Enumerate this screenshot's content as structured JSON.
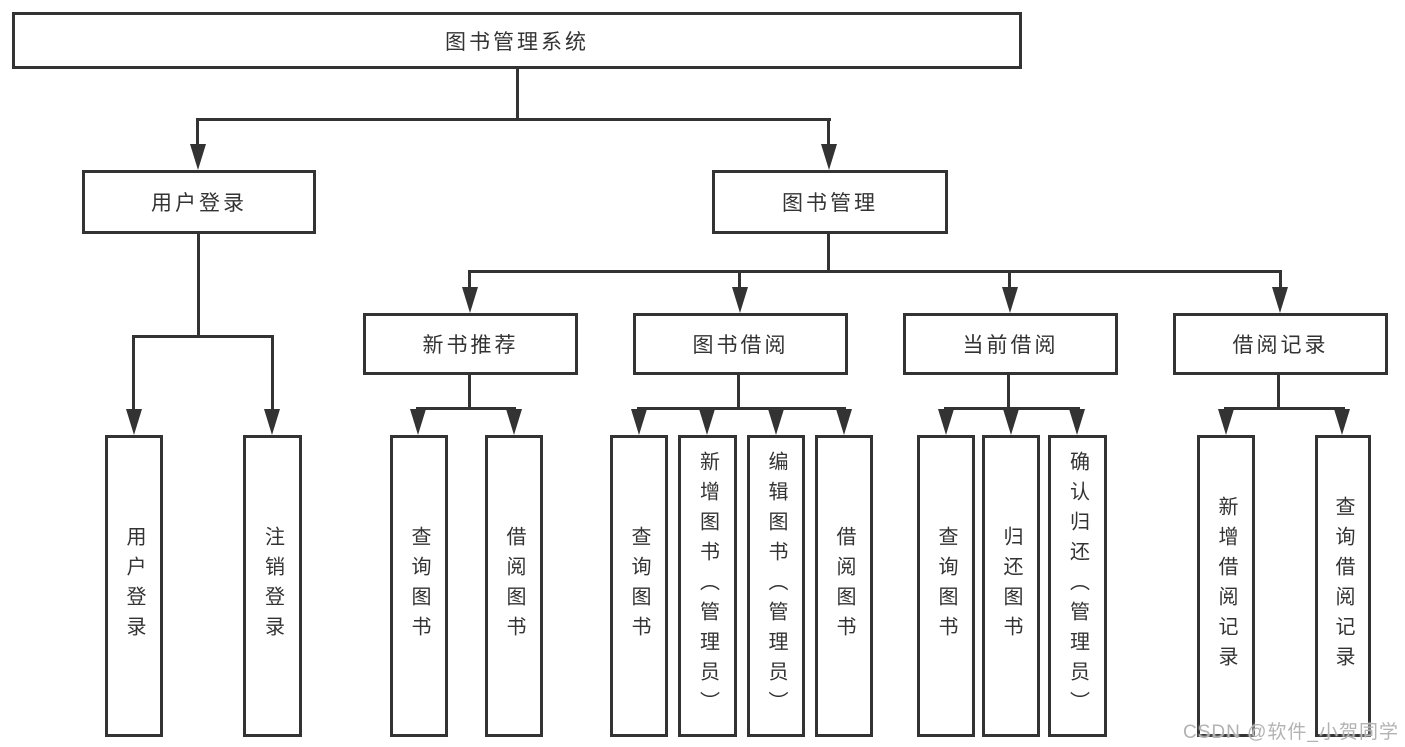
{
  "diagram": {
    "type": "tree",
    "title": "图书管理系统"
  },
  "colors": {
    "line": "#333333",
    "text": "#333333",
    "box_background": "#ffffff",
    "page_background": "#ffffff",
    "watermark": "#b3b3b3"
  },
  "tree": {
    "root": {
      "label": "图书管理系统"
    },
    "level2": [
      {
        "label": "用户登录",
        "children": [
          {
            "label": "用户登录"
          },
          {
            "label": "注销登录"
          }
        ]
      },
      {
        "label": "图书管理",
        "children": [
          {
            "label": "新书推荐",
            "children": [
              {
                "label": "查询图书"
              },
              {
                "label": "借阅图书"
              }
            ]
          },
          {
            "label": "图书借阅",
            "children": [
              {
                "label": "查询图书"
              },
              {
                "label": "新增图书（管理员）"
              },
              {
                "label": "编辑图书（管理员）"
              },
              {
                "label": "借阅图书"
              }
            ]
          },
          {
            "label": "当前借阅",
            "children": [
              {
                "label": "查询图书"
              },
              {
                "label": "归还图书"
              },
              {
                "label": "确认归还（管理员）"
              }
            ]
          },
          {
            "label": "借阅记录",
            "children": [
              {
                "label": "新增借阅记录"
              },
              {
                "label": "查询借阅记录"
              }
            ]
          }
        ]
      }
    ]
  },
  "watermark": {
    "text": "CSDN @软件_小贺同学"
  }
}
